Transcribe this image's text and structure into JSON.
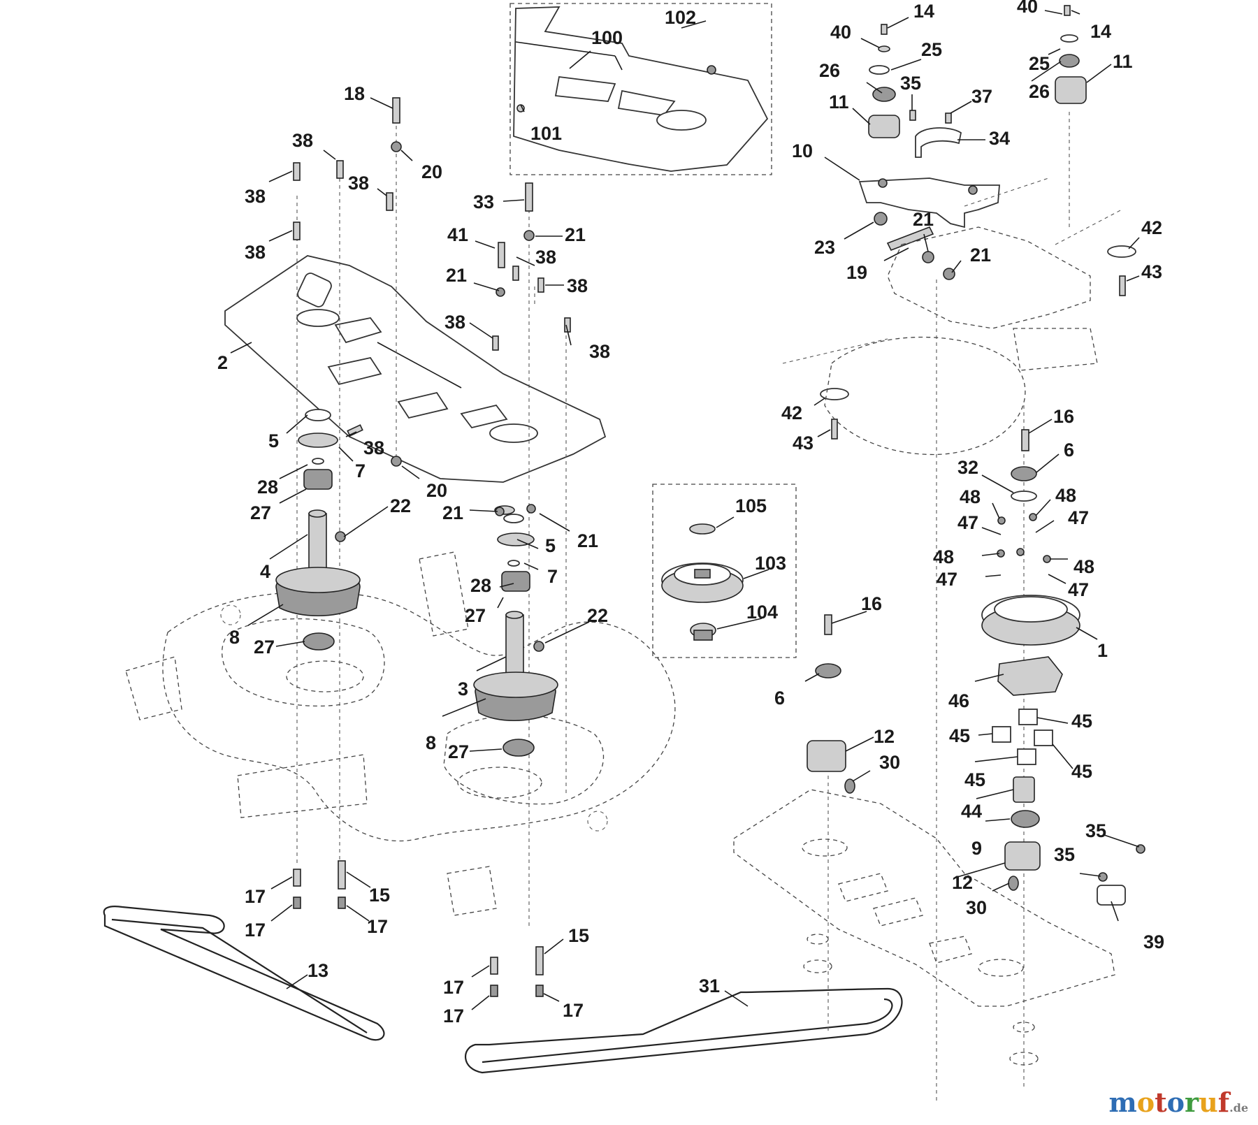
{
  "diagram": {
    "part_labels": [
      {
        "id": "l100",
        "text": "100"
      },
      {
        "id": "l102",
        "text": "102"
      },
      {
        "id": "l101",
        "text": "101"
      },
      {
        "id": "l18",
        "text": "18"
      },
      {
        "id": "l38a",
        "text": "38"
      },
      {
        "id": "l20a",
        "text": "20"
      },
      {
        "id": "l38b",
        "text": "38"
      },
      {
        "id": "l38c",
        "text": "38"
      },
      {
        "id": "l38d",
        "text": "38"
      },
      {
        "id": "l2",
        "text": "2"
      },
      {
        "id": "l33",
        "text": "33"
      },
      {
        "id": "l41",
        "text": "41"
      },
      {
        "id": "l21a",
        "text": "21"
      },
      {
        "id": "l38e",
        "text": "38"
      },
      {
        "id": "l21b",
        "text": "21"
      },
      {
        "id": "l38f",
        "text": "38"
      },
      {
        "id": "l38g",
        "text": "38"
      },
      {
        "id": "l38h",
        "text": "38"
      },
      {
        "id": "l5a",
        "text": "5"
      },
      {
        "id": "l38i",
        "text": "38"
      },
      {
        "id": "l7a",
        "text": "7"
      },
      {
        "id": "l28a",
        "text": "28"
      },
      {
        "id": "l27a",
        "text": "27"
      },
      {
        "id": "l20b",
        "text": "20"
      },
      {
        "id": "l22a",
        "text": "22"
      },
      {
        "id": "l4",
        "text": "4"
      },
      {
        "id": "l8a",
        "text": "8"
      },
      {
        "id": "l27b",
        "text": "27"
      },
      {
        "id": "l21c",
        "text": "21"
      },
      {
        "id": "l21d",
        "text": "21"
      },
      {
        "id": "l5b",
        "text": "5"
      },
      {
        "id": "l7b",
        "text": "7"
      },
      {
        "id": "l28b",
        "text": "28"
      },
      {
        "id": "l27c",
        "text": "27"
      },
      {
        "id": "l22b",
        "text": "22"
      },
      {
        "id": "l3",
        "text": "3"
      },
      {
        "id": "l8b",
        "text": "8"
      },
      {
        "id": "l27d",
        "text": "27"
      },
      {
        "id": "l17a",
        "text": "17"
      },
      {
        "id": "l17b",
        "text": "17"
      },
      {
        "id": "l15a",
        "text": "15"
      },
      {
        "id": "l17c",
        "text": "17"
      },
      {
        "id": "l13",
        "text": "13"
      },
      {
        "id": "l15b",
        "text": "15"
      },
      {
        "id": "l17d",
        "text": "17"
      },
      {
        "id": "l17e",
        "text": "17"
      },
      {
        "id": "l17f",
        "text": "17"
      },
      {
        "id": "l31",
        "text": "31"
      },
      {
        "id": "l105",
        "text": "105"
      },
      {
        "id": "l103",
        "text": "103"
      },
      {
        "id": "l104",
        "text": "104"
      },
      {
        "id": "l14a",
        "text": "14"
      },
      {
        "id": "l40a",
        "text": "40"
      },
      {
        "id": "l25a",
        "text": "25"
      },
      {
        "id": "l26a",
        "text": "26"
      },
      {
        "id": "l35a",
        "text": "35"
      },
      {
        "id": "l11a",
        "text": "11"
      },
      {
        "id": "l37",
        "text": "37"
      },
      {
        "id": "l34",
        "text": "34"
      },
      {
        "id": "l10",
        "text": "10"
      },
      {
        "id": "l40b",
        "text": "40"
      },
      {
        "id": "l14b",
        "text": "14"
      },
      {
        "id": "l25b",
        "text": "25"
      },
      {
        "id": "l26b",
        "text": "26"
      },
      {
        "id": "l11b",
        "text": "11"
      },
      {
        "id": "l21e",
        "text": "21"
      },
      {
        "id": "l23",
        "text": "23"
      },
      {
        "id": "l21f",
        "text": "21"
      },
      {
        "id": "l19",
        "text": "19"
      },
      {
        "id": "l42a",
        "text": "42"
      },
      {
        "id": "l43a",
        "text": "43"
      },
      {
        "id": "l42b",
        "text": "42"
      },
      {
        "id": "l43b",
        "text": "43"
      },
      {
        "id": "l16a",
        "text": "16"
      },
      {
        "id": "l6a",
        "text": "6"
      },
      {
        "id": "l32",
        "text": "32"
      },
      {
        "id": "l48a",
        "text": "48"
      },
      {
        "id": "l48b",
        "text": "48"
      },
      {
        "id": "l47a",
        "text": "47"
      },
      {
        "id": "l47b",
        "text": "47"
      },
      {
        "id": "l48c",
        "text": "48"
      },
      {
        "id": "l48d",
        "text": "48"
      },
      {
        "id": "l47c",
        "text": "47"
      },
      {
        "id": "l47d",
        "text": "47"
      },
      {
        "id": "l1",
        "text": "1"
      },
      {
        "id": "l16b",
        "text": "16"
      },
      {
        "id": "l6b",
        "text": "6"
      },
      {
        "id": "l46",
        "text": "46"
      },
      {
        "id": "l45a",
        "text": "45"
      },
      {
        "id": "l45b",
        "text": "45"
      },
      {
        "id": "l45c",
        "text": "45"
      },
      {
        "id": "l45d",
        "text": "45"
      },
      {
        "id": "l12a",
        "text": "12"
      },
      {
        "id": "l30a",
        "text": "30"
      },
      {
        "id": "l44",
        "text": "44"
      },
      {
        "id": "l9",
        "text": "9"
      },
      {
        "id": "l35b",
        "text": "35"
      },
      {
        "id": "l35c",
        "text": "35"
      },
      {
        "id": "l12b",
        "text": "12"
      },
      {
        "id": "l30b",
        "text": "30"
      },
      {
        "id": "l39",
        "text": "39"
      }
    ]
  },
  "watermark": {
    "letters": [
      "m",
      "o",
      "t",
      "o",
      "r",
      "u",
      "f"
    ],
    "colors": [
      "#2e6db4",
      "#e8a21c",
      "#c0392b",
      "#2e6db4",
      "#3f9b3f",
      "#e8a21c",
      "#c0392b"
    ],
    "tld": ".de"
  }
}
